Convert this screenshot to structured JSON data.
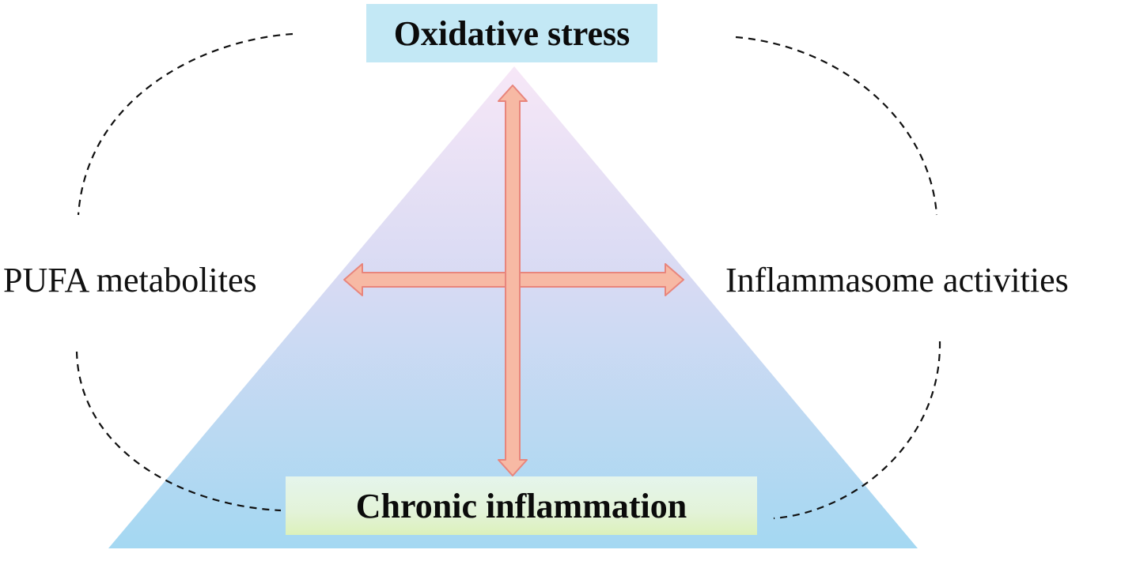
{
  "nodes": {
    "top": "Oxidative stress",
    "bottom": "Chronic inflammation",
    "left": "PUFA metabolites",
    "right": "Inflammasome activities"
  },
  "colors": {
    "arrow_fill": "#f7b9a4",
    "arrow_stroke": "#e8857c",
    "triangle_top": "#f6e6f7",
    "triangle_bottom": "#a7d9f2",
    "top_box": "#c3e8f5",
    "dashes": "#111111"
  }
}
